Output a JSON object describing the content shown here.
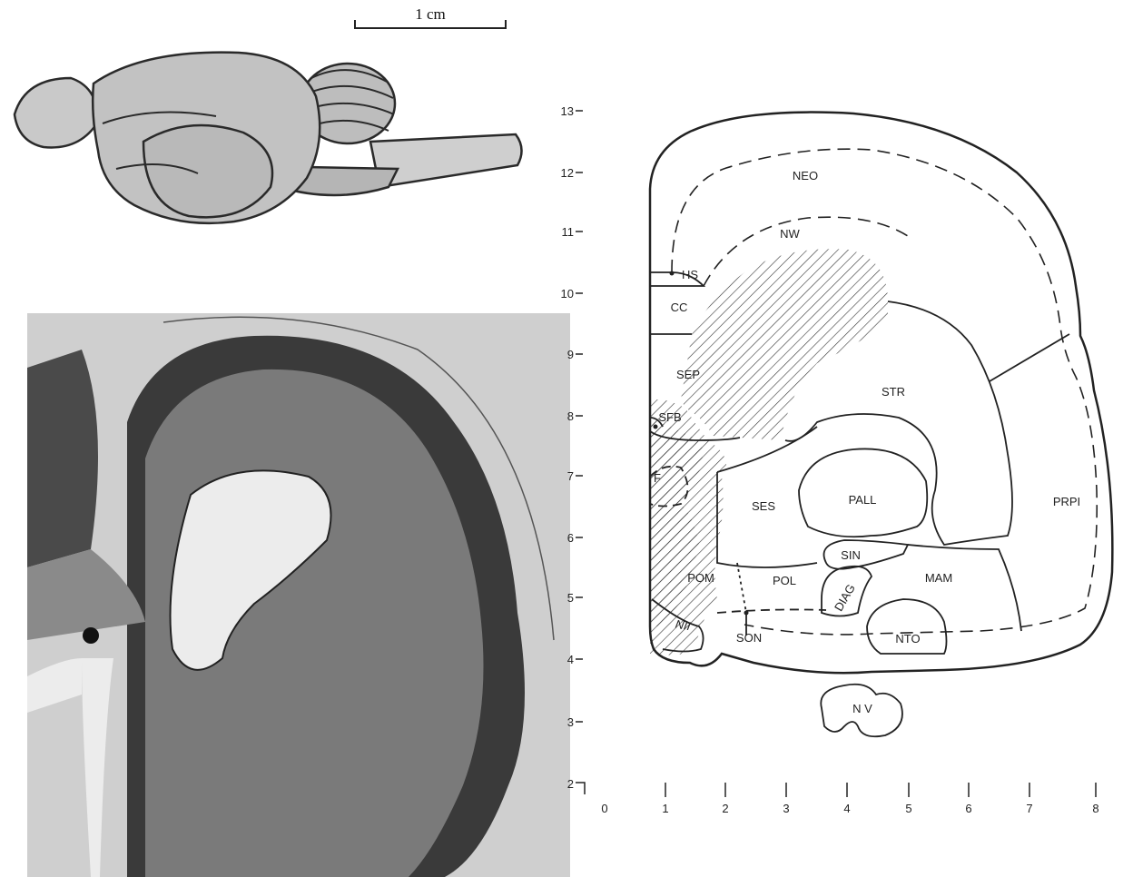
{
  "scale_bar": {
    "label": "1 cm"
  },
  "atlas": {
    "y_axis": {
      "ticks": [
        "13",
        "12",
        "11",
        "10",
        "9",
        "8",
        "7",
        "6",
        "5",
        "4",
        "3",
        "2"
      ]
    },
    "x_axis": {
      "ticks": [
        "0",
        "1",
        "2",
        "3",
        "4",
        "5",
        "6",
        "7",
        "8"
      ]
    },
    "regions": {
      "neo": "NEO",
      "nw": "NW",
      "hs": "HS",
      "cc": "CC",
      "sep": "SEP",
      "sfb": "SFB",
      "str": "STR",
      "f": "F",
      "ses": "SES",
      "pall": "PALL",
      "prpi": "PRPI",
      "sin": "SIN",
      "pom": "POM",
      "pol": "POL",
      "diag": "DIAG",
      "mam": "MAM",
      "nii": "NII",
      "son": "SON",
      "nto": "NTO",
      "nv": "N V"
    }
  },
  "colors": {
    "ink": "#222222",
    "section_bg": "#c9c9c9"
  }
}
